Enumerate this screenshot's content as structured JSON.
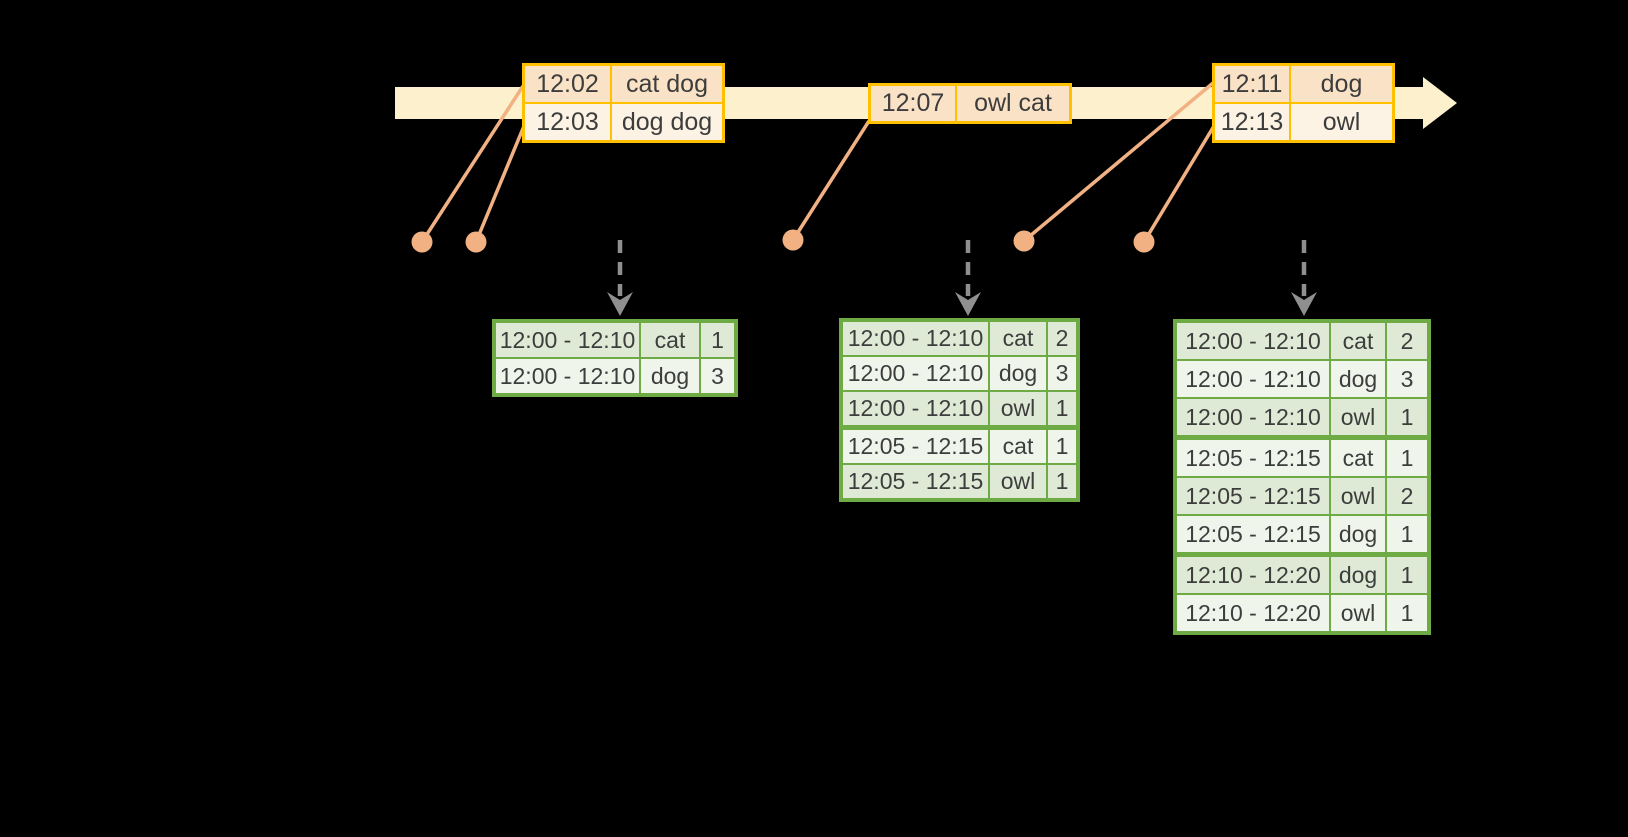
{
  "colors": {
    "background": "#000000",
    "timeline_band": "#FCF0CD",
    "event_border": "#FFC000",
    "event_row_dark": "#FAE2C6",
    "event_row_light": "#FDF3E4",
    "connector_orange": "#F2B183",
    "result_border": "#6EAB45",
    "result_row_dark": "#DEEAD5",
    "result_row_light": "#F0F5EC",
    "trigger_arrow_gray": "#8F8F8F",
    "text": "#3D3D3D"
  },
  "timeline": {
    "event_tables": [
      {
        "rows": [
          {
            "time": "12:02",
            "words": "cat dog"
          },
          {
            "time": "12:03",
            "words": "dog dog"
          }
        ]
      },
      {
        "rows": [
          {
            "time": "12:07",
            "words": "owl cat"
          }
        ]
      },
      {
        "rows": [
          {
            "time": "12:11",
            "words": "dog"
          },
          {
            "time": "12:13",
            "words": "owl"
          }
        ]
      }
    ]
  },
  "result_tables": [
    {
      "rows": [
        {
          "window": "12:00 - 12:10",
          "word": "cat",
          "count": "1"
        },
        {
          "window": "12:00 - 12:10",
          "word": "dog",
          "count": "3"
        }
      ]
    },
    {
      "rows": [
        {
          "window": "12:00 - 12:10",
          "word": "cat",
          "count": "2"
        },
        {
          "window": "12:00 - 12:10",
          "word": "dog",
          "count": "3"
        },
        {
          "window": "12:00 - 12:10",
          "word": "owl",
          "count": "1"
        },
        {
          "window": "12:05 - 12:15",
          "word": "cat",
          "count": "1"
        },
        {
          "window": "12:05 - 12:15",
          "word": "owl",
          "count": "1"
        }
      ]
    },
    {
      "rows": [
        {
          "window": "12:00 - 12:10",
          "word": "cat",
          "count": "2"
        },
        {
          "window": "12:00 - 12:10",
          "word": "dog",
          "count": "3"
        },
        {
          "window": "12:00 - 12:10",
          "word": "owl",
          "count": "1"
        },
        {
          "window": "12:05 - 12:15",
          "word": "cat",
          "count": "1"
        },
        {
          "window": "12:05 - 12:15",
          "word": "owl",
          "count": "2"
        },
        {
          "window": "12:05 - 12:15",
          "word": "dog",
          "count": "1"
        },
        {
          "window": "12:10 - 12:20",
          "word": "dog",
          "count": "1"
        },
        {
          "window": "12:10 - 12:20",
          "word": "owl",
          "count": "1"
        }
      ]
    }
  ]
}
